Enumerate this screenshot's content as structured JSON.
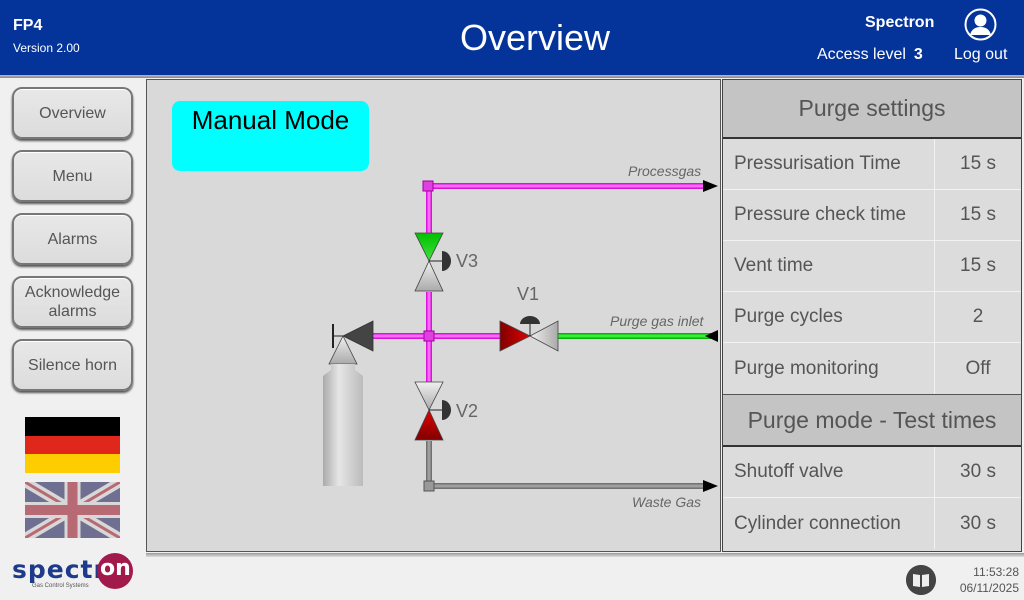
{
  "header": {
    "app_name": "FP4",
    "version": "Version 2.00",
    "title": "Overview",
    "user": "Spectron",
    "access_label": "Access level",
    "access_level": "3",
    "logout_label": "Log out",
    "avatar_icon": "user-circle-icon"
  },
  "nav": {
    "items": [
      {
        "label": "Overview"
      },
      {
        "label": "Menu"
      },
      {
        "label": "Alarms"
      },
      {
        "label": "Acknowledge alarms"
      },
      {
        "label": "Silence horn"
      }
    ],
    "languages": [
      "German",
      "English"
    ]
  },
  "diagram": {
    "mode": "Manual Mode",
    "labels": {
      "processgas": "Processgas",
      "purge_inlet": "Purge gas inlet",
      "waste": "Waste Gas"
    },
    "valves": [
      {
        "id": "V1",
        "state": "closed"
      },
      {
        "id": "V2",
        "state": "closed"
      },
      {
        "id": "V3",
        "state": "open"
      }
    ],
    "colors": {
      "process_line": "#ff00ff",
      "purge_line": "#00dd00",
      "waste_line": "#808080",
      "valve_open": "#00b000",
      "valve_closed": "#c00000",
      "mode_bg": "#00ffff"
    }
  },
  "purge_settings": {
    "title": "Purge settings",
    "rows": [
      {
        "label": "Pressurisation Time",
        "value": "15 s"
      },
      {
        "label": "Pressure check time",
        "value": "15 s"
      },
      {
        "label": "Vent time",
        "value": "15 s"
      },
      {
        "label": "Purge cycles",
        "value": "2"
      },
      {
        "label": "Purge monitoring",
        "value": "Off"
      }
    ]
  },
  "test_times": {
    "title": "Purge mode - Test times",
    "rows": [
      {
        "label": "Shutoff valve",
        "value": "30 s"
      },
      {
        "label": "Cylinder connection",
        "value": "30 s"
      }
    ]
  },
  "footer": {
    "logo_text": "spectr",
    "logo_on": "on",
    "logo_sub": "Gas Control Systems",
    "manual_icon": "book-icon",
    "time": "11:53:28",
    "date": "06/11/2025"
  }
}
